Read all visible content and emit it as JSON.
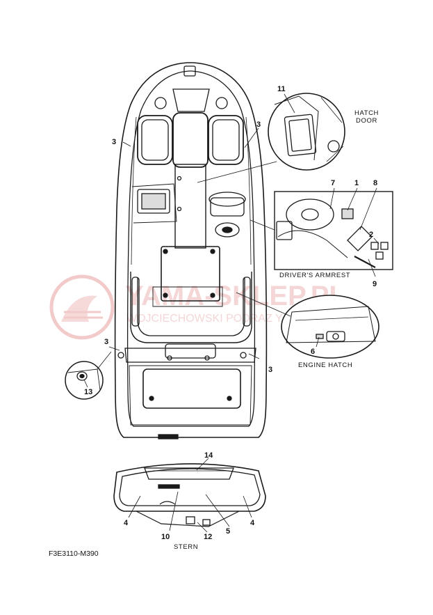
{
  "callouts": {
    "c1": "1",
    "c2": "2",
    "c3": "3",
    "c4": "4",
    "c5": "5",
    "c6": "6",
    "c7": "7",
    "c8": "8",
    "c9": "9",
    "c10": "10",
    "c11": "11",
    "c12": "12",
    "c13": "13",
    "c14": "14"
  },
  "captions": {
    "hatch_door_line1": "HATCH",
    "hatch_door_line2": "DOOR",
    "drivers_armrest": "DRIVER'S ARMREST",
    "engine_hatch": "ENGINE HATCH",
    "stern": "STERN"
  },
  "figure_code": "F3E3110-M390",
  "watermark": {
    "main": "YAMA-SKLEP.PL",
    "sub": "WOJCIECHOWSKI PODRAZ YAMAHA",
    "color": "#e8a0a0"
  },
  "colors": {
    "line": "#1a1a1a",
    "fill": "#ffffff",
    "shade": "#dcdcdc"
  }
}
